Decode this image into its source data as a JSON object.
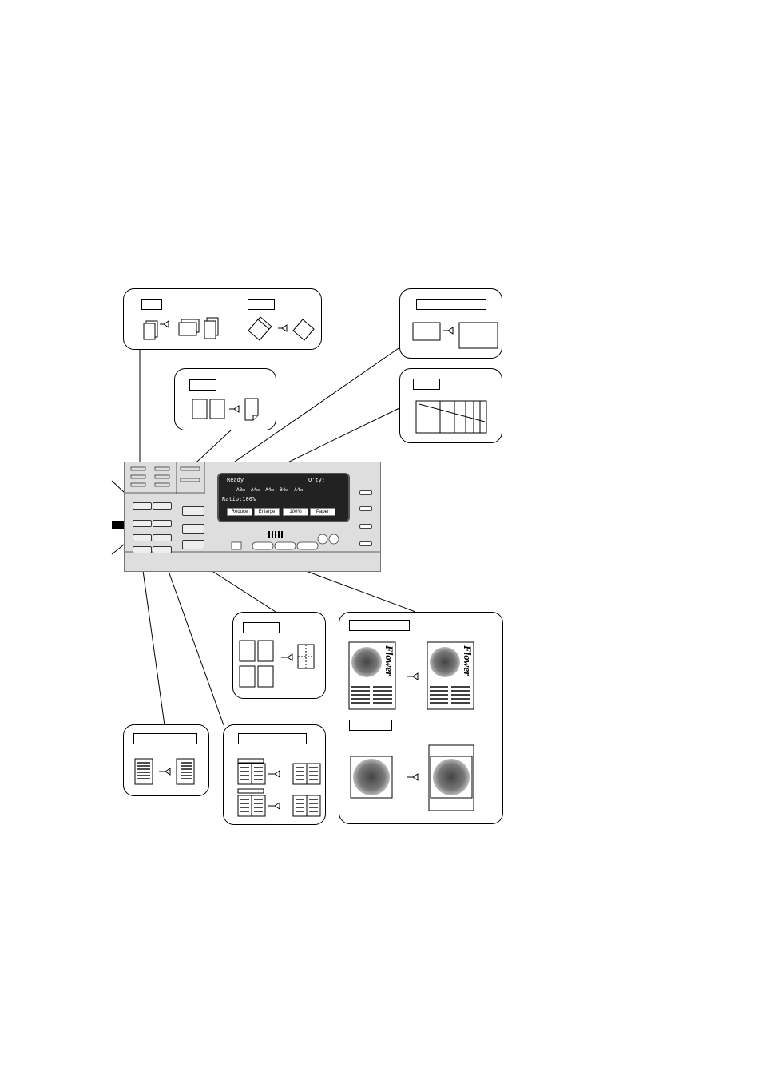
{
  "lcd": {
    "line1_left": "Ready",
    "line1_right": "Q'ty:",
    "line2": "A3◻  A4◻  A4◻  B4◻  A4◻",
    "line3": "Ratio:100%",
    "buttons": [
      "Reduce",
      "Enlarge",
      "100%",
      "Paper"
    ]
  },
  "figure_labels": {
    "flower_1": "Flower",
    "flower_2": "Flower"
  },
  "colors": {
    "ink": "#000000",
    "panel": "#dedede",
    "lcd": "#222222"
  }
}
